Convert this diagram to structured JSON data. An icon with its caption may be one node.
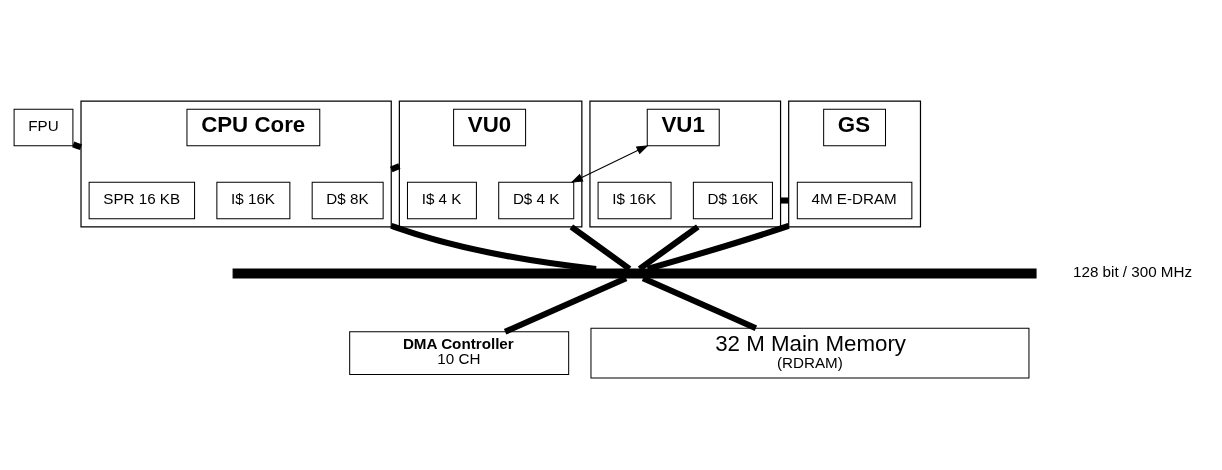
{
  "diagram": {
    "nodes": [
      {
        "text": [
          "FPU"
        ]
      },
      {
        "text": [],
        "shape": "box"
      },
      {
        "text": [
          "CPU Core"
        ],
        "in": 1
      },
      {
        "text": [
          "SPR 16 KB"
        ],
        "in": 1
      },
      {
        "text": [
          "I$ 16K"
        ],
        "in": 1
      },
      {
        "text": [
          "D$ 8K"
        ],
        "in": 1
      },
      {
        "text": [],
        "shape": "box"
      },
      {
        "text": [
          "VU0"
        ],
        "in": 6
      },
      {
        "text": [
          "I$ 4 K"
        ],
        "in": 6
      },
      {
        "text": [
          "D$ 4 K"
        ],
        "in": 6
      },
      {
        "text": [],
        "shape": "box"
      },
      {
        "text": [
          "VU1"
        ],
        "in": 10
      },
      {
        "text": [
          "I$ 16K"
        ],
        "in": 10
      },
      {
        "text": [
          "D$ 16K"
        ],
        "in": 10
      },
      {
        "text": [],
        "shape": "box"
      },
      {
        "text": [
          "GS"
        ],
        "in": 14
      },
      {
        "text": [
          "4M E-DRAM"
        ],
        "in": 14
      },
      {
        "text": [],
        "shape": "bar"
      },
      {
        "text": [
          "DMA Controller",
          "10 CH"
        ]
      },
      {
        "text": [
          "32 M Main Memory",
          "(RDRAM)"
        ]
      }
    ],
    "edges": [
      {
        "from": 0,
        "to": 1,
        "arrow": "none"
      },
      {
        "from": 1,
        "to": 6,
        "arrow": "none"
      },
      {
        "from": 9,
        "to": 11,
        "arrow": "both"
      },
      {
        "from": 10,
        "to": 14,
        "arrow": "none"
      },
      {
        "from": 1,
        "to": 17,
        "arrow": "none"
      },
      {
        "from": 6,
        "to": 17,
        "arrow": "none"
      },
      {
        "from": 10,
        "to": 17,
        "arrow": "none"
      },
      {
        "from": 14,
        "to": 17,
        "arrow": "none"
      },
      {
        "from": 17,
        "to": 18,
        "arrow": "none"
      },
      {
        "from": 17,
        "to": 19,
        "arrow": "none"
      }
    ],
    "labels": [
      "128 bit / 300 MHz"
    ]
  }
}
